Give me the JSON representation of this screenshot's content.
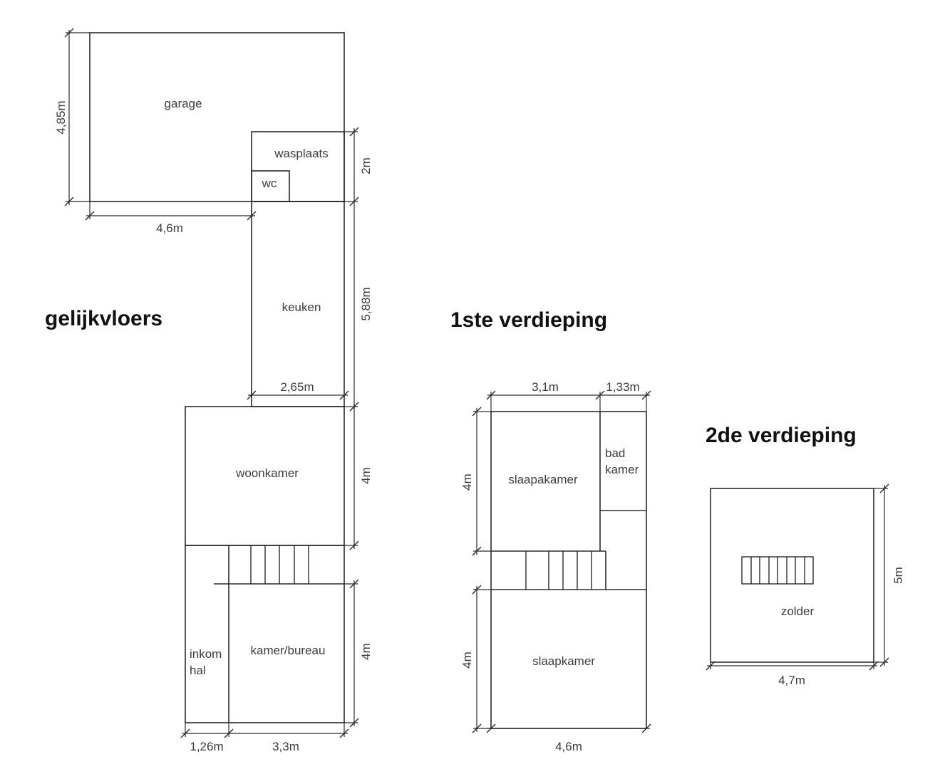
{
  "ground_floor": {
    "title": "gelijkvloers",
    "rooms": {
      "garage": "garage",
      "wasplaats": "wasplaats",
      "wc": "wc",
      "keuken": "keuken",
      "woonkamer": "woonkamer",
      "inkom_hal": [
        "inkom",
        "hal"
      ],
      "kamer_bureau": "kamer/bureau"
    },
    "dimensions": {
      "garage_depth": "4,85m",
      "garage_width": "4,6m",
      "wasplaats_depth": "2m",
      "keuken_depth": "5,88m",
      "keuken_width": "2,65m",
      "woonkamer_depth": "4m",
      "kamer_bureau_depth": "4m",
      "inkom_hal_width": "1,26m",
      "kamer_bureau_width": "3,3m"
    }
  },
  "first_floor": {
    "title": "1ste verdieping",
    "rooms": {
      "slaapakamer": "slaapakamer",
      "badkamer": [
        "bad",
        "kamer"
      ],
      "slaapkamer": "slaapkamer"
    },
    "dimensions": {
      "slaapakamer_width": "3,1m",
      "badkamer_width": "1,33m",
      "slaapakamer_depth": "4m",
      "slaapkamer_depth": "4m",
      "total_width": "4,6m"
    }
  },
  "second_floor": {
    "title": "2de verdieping",
    "rooms": {
      "zolder": "zolder"
    },
    "dimensions": {
      "depth": "5m",
      "width": "4,7m"
    }
  }
}
